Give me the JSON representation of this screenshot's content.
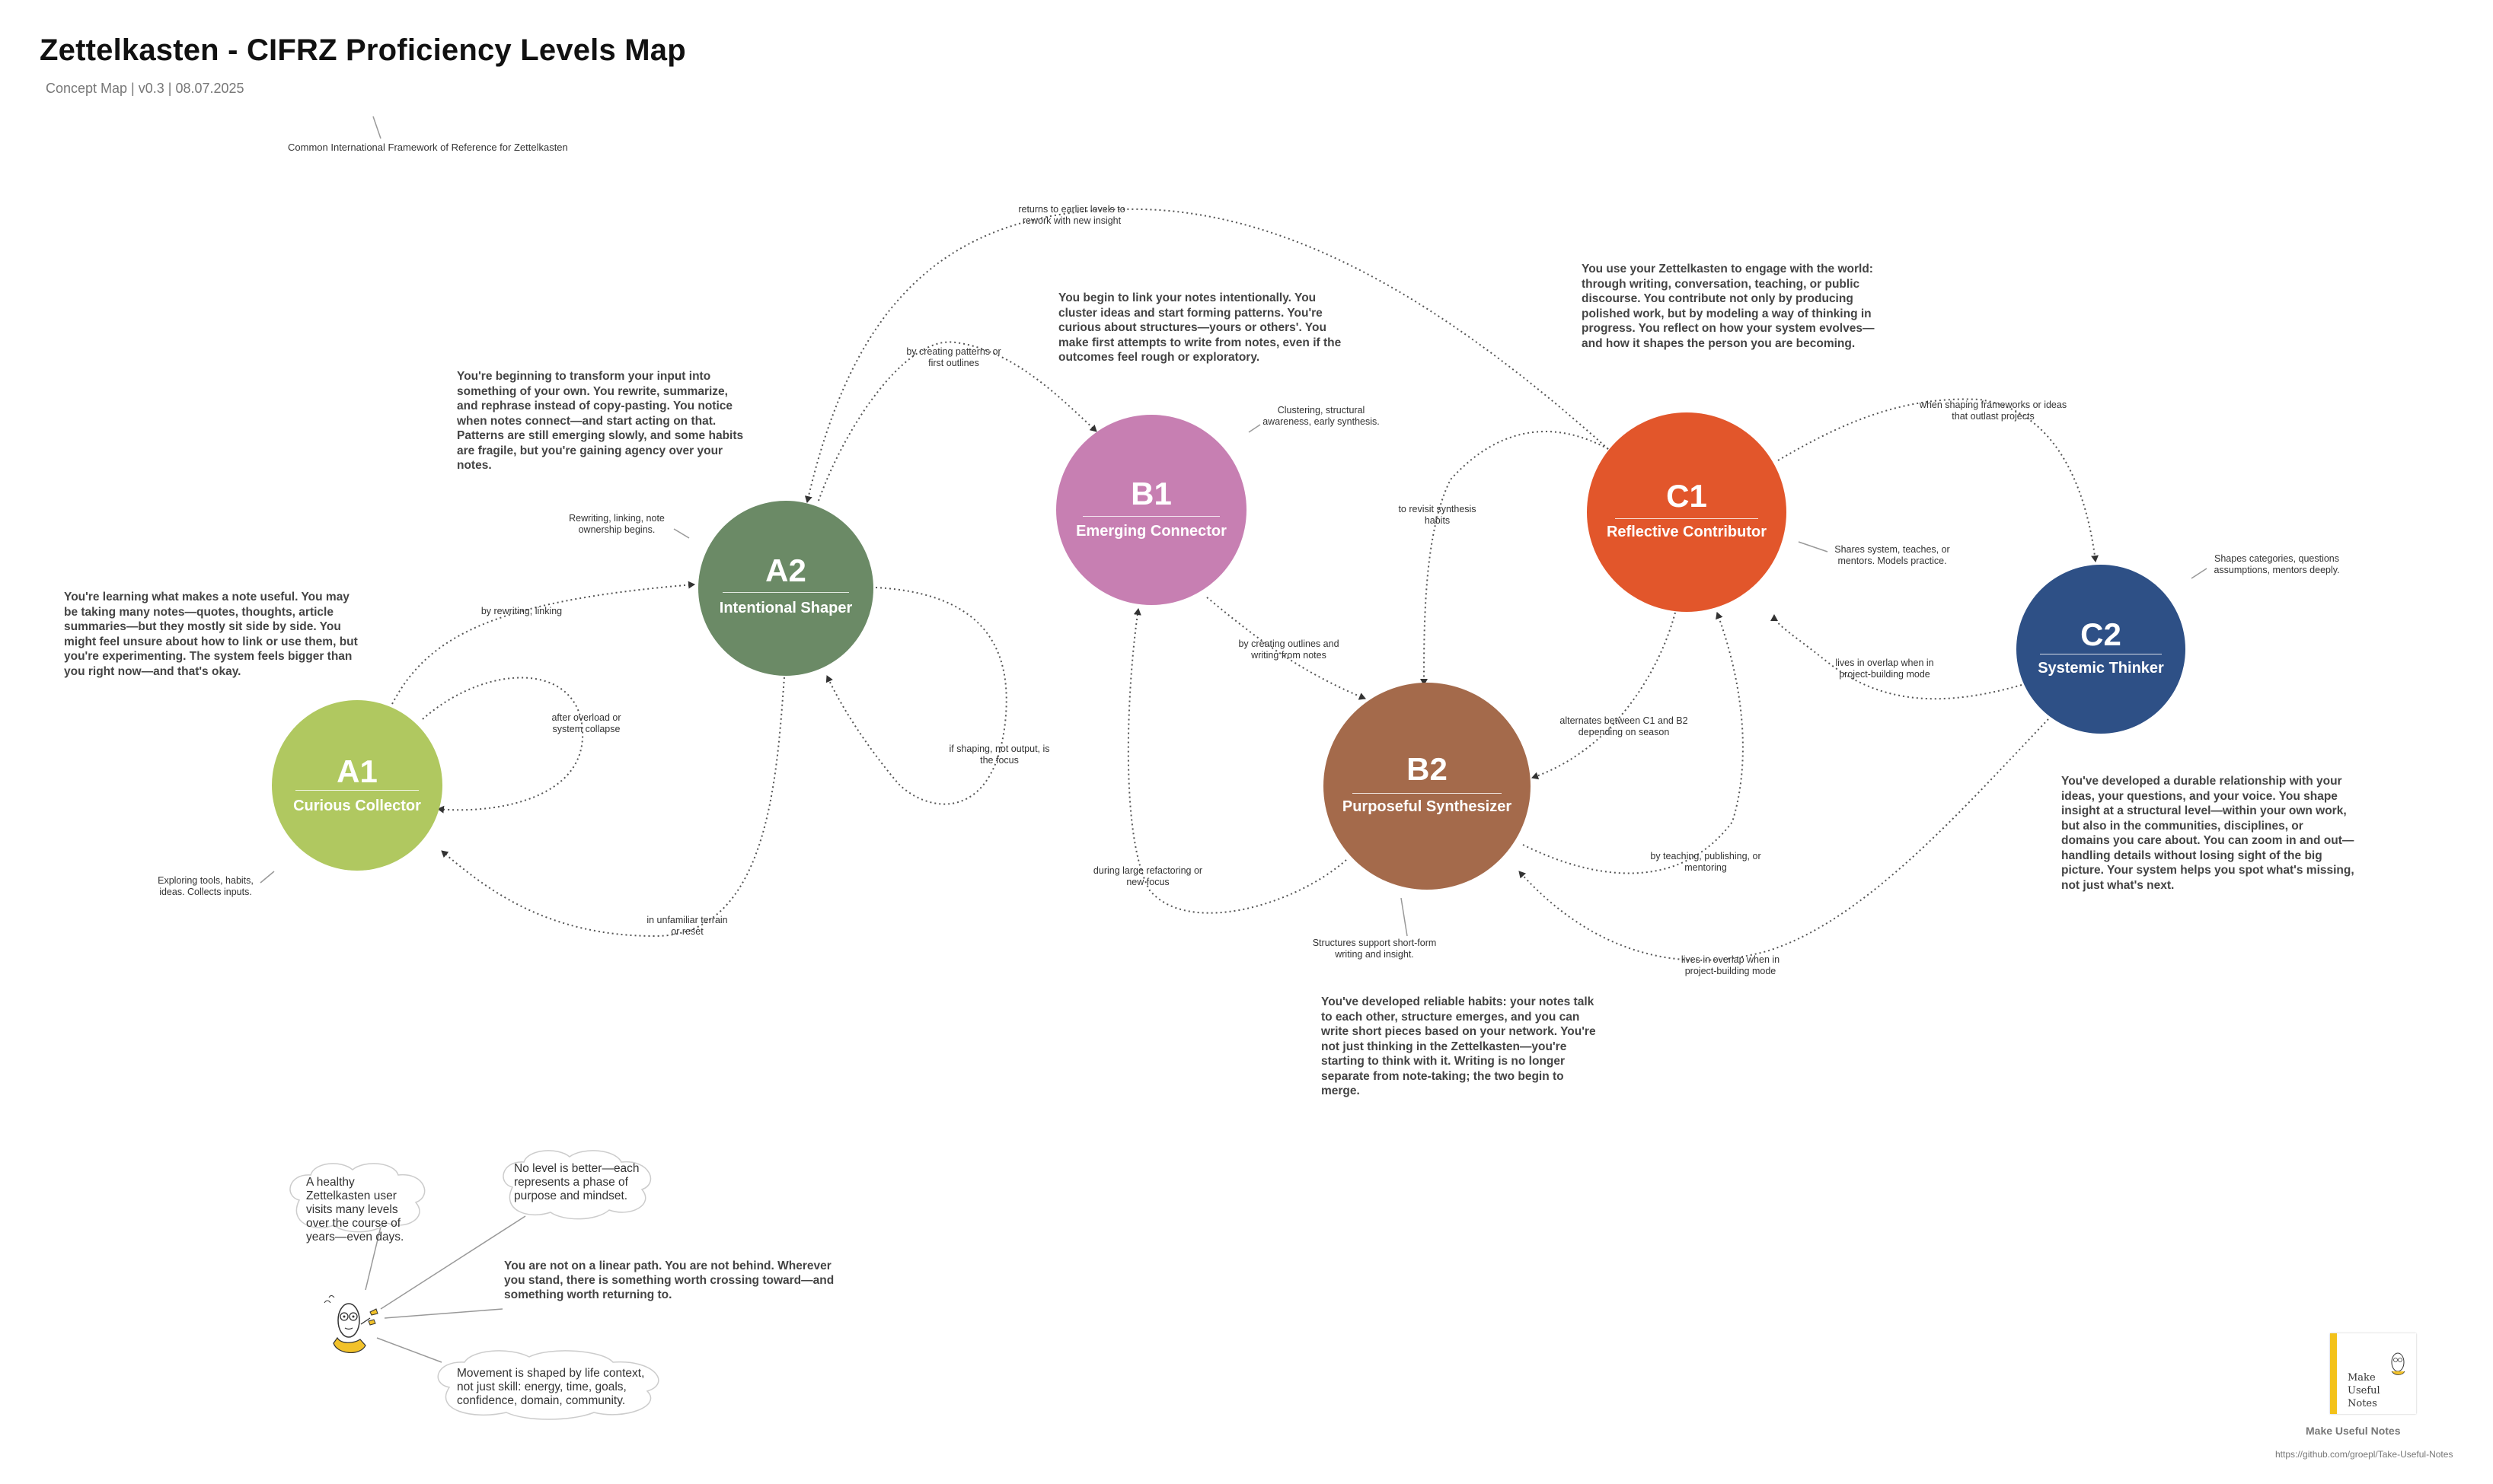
{
  "header": {
    "title": "Zettelkasten - CIFRZ Proficiency Levels Map",
    "subtitle": "Concept Map | v0.3 | 08.07.2025",
    "abbreviation_note": "Common International Framework of Reference for Zettelkasten"
  },
  "levels": {
    "a1": {
      "code": "A1",
      "name": "Curious Collector",
      "color": "#b0c860",
      "description": "You're learning what makes a note useful. You may be taking many notes—quotes, thoughts, article summaries—but they mostly sit side by side. You might feel unsure about how to link or use them, but you're experimenting. The system feels bigger than you right now—and that's okay.",
      "note": "Exploring tools, habits, ideas. Collects inputs."
    },
    "a2": {
      "code": "A2",
      "name": "Intentional Shaper",
      "color": "#6b8a66",
      "description": "You're beginning to transform your input into something of your own. You rewrite, summarize, and rephrase instead of copy-pasting. You notice when notes connect—and start acting on that. Patterns are still emerging slowly, and some habits are fragile, but you're gaining agency over your notes.",
      "note": "Rewriting, linking, note ownership begins."
    },
    "b1": {
      "code": "B1",
      "name": "Emerging Connector",
      "color": "#c77fb2",
      "description": "You begin to link your notes intentionally. You cluster ideas and start forming patterns. You're curious about structures—yours or others'. You make first attempts to write from notes, even if the outcomes feel rough or exploratory.",
      "note": "Clustering, structural awareness, early synthesis."
    },
    "b2": {
      "code": "B2",
      "name": "Purposeful Synthesizer",
      "color": "#a46a4b",
      "description": "You've developed reliable habits: your notes talk to each other, structure emerges, and you can write short pieces based on your network. You're not just thinking in the Zettelkasten—you're starting to think with it. Writing is no longer separate from note-taking; the two begin to merge.",
      "note": "Structures support short-form writing and insight."
    },
    "c1": {
      "code": "C1",
      "name": "Reflective Contributor",
      "color": "#e2562b",
      "description": "You use your Zettelkasten to engage with the world: through writing, conversation, teaching, or public discourse. You contribute not only by producing polished work, but by modeling a way of thinking in progress. You reflect on how your system evolves—and how it shapes the person you are becoming.",
      "note": "Shares system, teaches, or mentors. Models practice."
    },
    "c2": {
      "code": "C2",
      "name": "Systemic Thinker",
      "color": "#2e5086",
      "description": "You've developed a durable relationship with your ideas, your questions, and your voice. You shape insight at a structural level—within your own work, but also in the communities, disciplines, or domains you care about. You can zoom in and out—handling details without losing sight of the big picture. Your system helps you spot what's missing, not just what's next.",
      "note": "Shapes categories, questions assumptions, mentors deeply."
    }
  },
  "edges": {
    "a1_a2": "by rewriting, linking",
    "a1_self": "after overload or system collapse",
    "a2_a1": "in unfamiliar terrain or reset",
    "a2_self": "if shaping, not output, is the focus",
    "a2_b1": "by creating patterns or first outlines",
    "c1_a2": "returns to earlier levels to rework with new insight",
    "b1_b2": "by creating outlines and writing from notes",
    "b2_b1": "during large refactoring or new focus",
    "c1_b2": "to revisit synthesis habits",
    "b2_c1_alt": "alternates between C1 and B2 depending on season",
    "b2_c1": "by teaching, publishing, or mentoring",
    "c1_c2": "when shaping frameworks or ideas that outlast projects",
    "c2_c1": "lives in overlap when in project-building mode",
    "c2_b2": "lives in overlap when in project-building mode"
  },
  "footer_notes": {
    "cloud1": "A healthy Zettelkasten user visits many levels over the course of years—even days.",
    "cloud2": "No level is better—each represents a phase of purpose and mindset.",
    "cloud3": "Movement is shaped by life context, not just skill: energy, time, goals, confidence, domain, community.",
    "center_message": "You are not on a linear path. You are not behind. Wherever you stand, there is something worth crossing toward—and something worth returning to."
  },
  "branding": {
    "book_title": "Make Useful Notes",
    "brand_label": "Make Useful Notes",
    "url": "https://github.com/groepl/Take-Useful-Notes"
  }
}
